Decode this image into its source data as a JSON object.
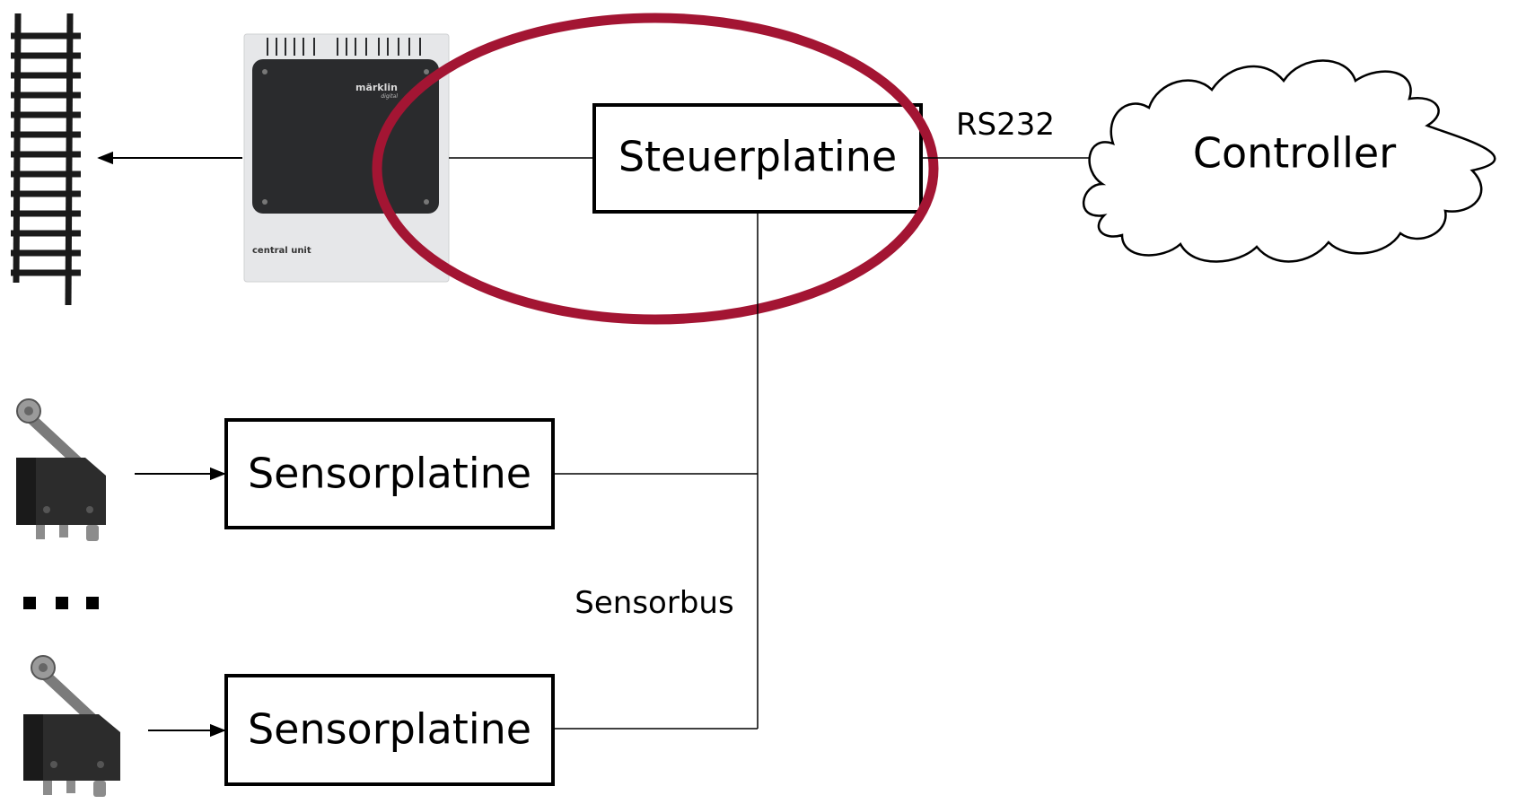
{
  "diagram": {
    "central_unit": {
      "brand": "märklin",
      "brand_sub": "digital",
      "label": "central unit"
    },
    "steuerplatine": {
      "label": "Steuerplatine"
    },
    "rs232": {
      "label": "RS232"
    },
    "controller": {
      "label": "Controller"
    },
    "sensorplatine_1": {
      "label": "Sensorplatine"
    },
    "sensorplatine_2": {
      "label": "Sensorplatine"
    },
    "sensorbus": {
      "label": "Sensorbus"
    },
    "ellipsis": {
      "label": "..."
    },
    "colors": {
      "highlight": "#A31533",
      "line": "#000000",
      "central_unit_body": "#e6e7e9",
      "central_unit_panel": "#2a2b2d"
    }
  }
}
